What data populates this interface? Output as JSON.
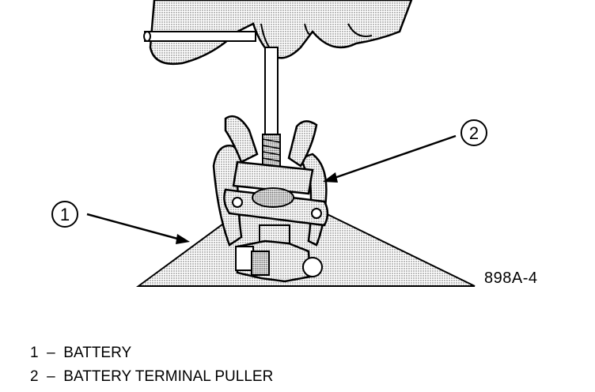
{
  "figure_id": "898A-4",
  "callouts": [
    {
      "number": "1",
      "label": "BATTERY"
    },
    {
      "number": "2",
      "label": "BATTERY TERMINAL PULLER"
    }
  ],
  "separator": "–"
}
